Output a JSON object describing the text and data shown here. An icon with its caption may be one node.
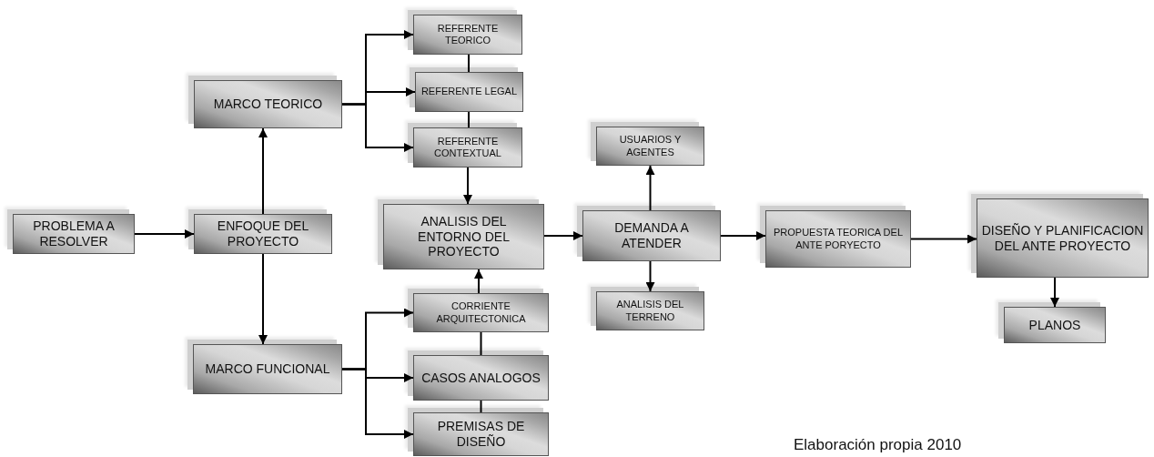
{
  "diagram": {
    "nodes": [
      {
        "text": [
          "PROBLEMA A RESOLVER"
        ]
      },
      {
        "text": [
          "ENFOQUE DEL PROYECTO"
        ]
      },
      {
        "text": [
          "MARCO TEORICO"
        ]
      },
      {
        "text": [
          "REFERENTE TEORICO"
        ]
      },
      {
        "text": [
          "REFERENTE LEGAL"
        ]
      },
      {
        "text": [
          "REFERENTE CONTEXTUAL"
        ]
      },
      {
        "text": [
          "ANALISIS DEL ENTORNO DEL PROYECTO"
        ]
      },
      {
        "text": [
          "CORRIENTE ARQUITECTONICA"
        ]
      },
      {
        "text": [
          "MARCO FUNCIONAL"
        ]
      },
      {
        "text": [
          "CASOS ANALOGOS"
        ]
      },
      {
        "text": [
          "PREMISAS DE DISEÑO"
        ]
      },
      {
        "text": [
          "USUARIOS Y AGENTES"
        ]
      },
      {
        "text": [
          "DEMANDA A ATENDER"
        ]
      },
      {
        "text": [
          "ANALISIS DEL TERRENO"
        ]
      },
      {
        "text": [
          "PROPUESTA TEORICA DEL ANTE PORYECTO"
        ]
      },
      {
        "text": [
          "DISEÑO Y PLANIFICACION DEL ANTE PROYECTO"
        ]
      },
      {
        "text": [
          "PLANOS"
        ]
      }
    ],
    "edges": [
      {
        "from": 0,
        "to": 1,
        "arrow": "to"
      },
      {
        "from": 1,
        "to": 2,
        "arrow": "to"
      },
      {
        "from": 1,
        "to": 8,
        "arrow": "to"
      },
      {
        "from": 2,
        "to": 3,
        "arrow": "to"
      },
      {
        "from": 2,
        "to": 4,
        "arrow": "to"
      },
      {
        "from": 2,
        "to": 5,
        "arrow": "to"
      },
      {
        "from": 3,
        "to": 4,
        "arrow": "none"
      },
      {
        "from": 4,
        "to": 5,
        "arrow": "none"
      },
      {
        "from": 5,
        "to": 6,
        "arrow": "to"
      },
      {
        "from": 7,
        "to": 6,
        "arrow": "to"
      },
      {
        "from": 7,
        "to": 9,
        "arrow": "none"
      },
      {
        "from": 9,
        "to": 10,
        "arrow": "none"
      },
      {
        "from": 8,
        "to": 7,
        "arrow": "to"
      },
      {
        "from": 8,
        "to": 9,
        "arrow": "to"
      },
      {
        "from": 8,
        "to": 10,
        "arrow": "to"
      },
      {
        "from": 6,
        "to": 12,
        "arrow": "to"
      },
      {
        "from": 12,
        "to": 11,
        "arrow": "to"
      },
      {
        "from": 12,
        "to": 13,
        "arrow": "to"
      },
      {
        "from": 12,
        "to": 14,
        "arrow": "to"
      },
      {
        "from": 14,
        "to": 15,
        "arrow": "to"
      },
      {
        "from": 15,
        "to": 16,
        "arrow": "to"
      }
    ],
    "labels": [
      "Elaboración propia 2010"
    ]
  }
}
